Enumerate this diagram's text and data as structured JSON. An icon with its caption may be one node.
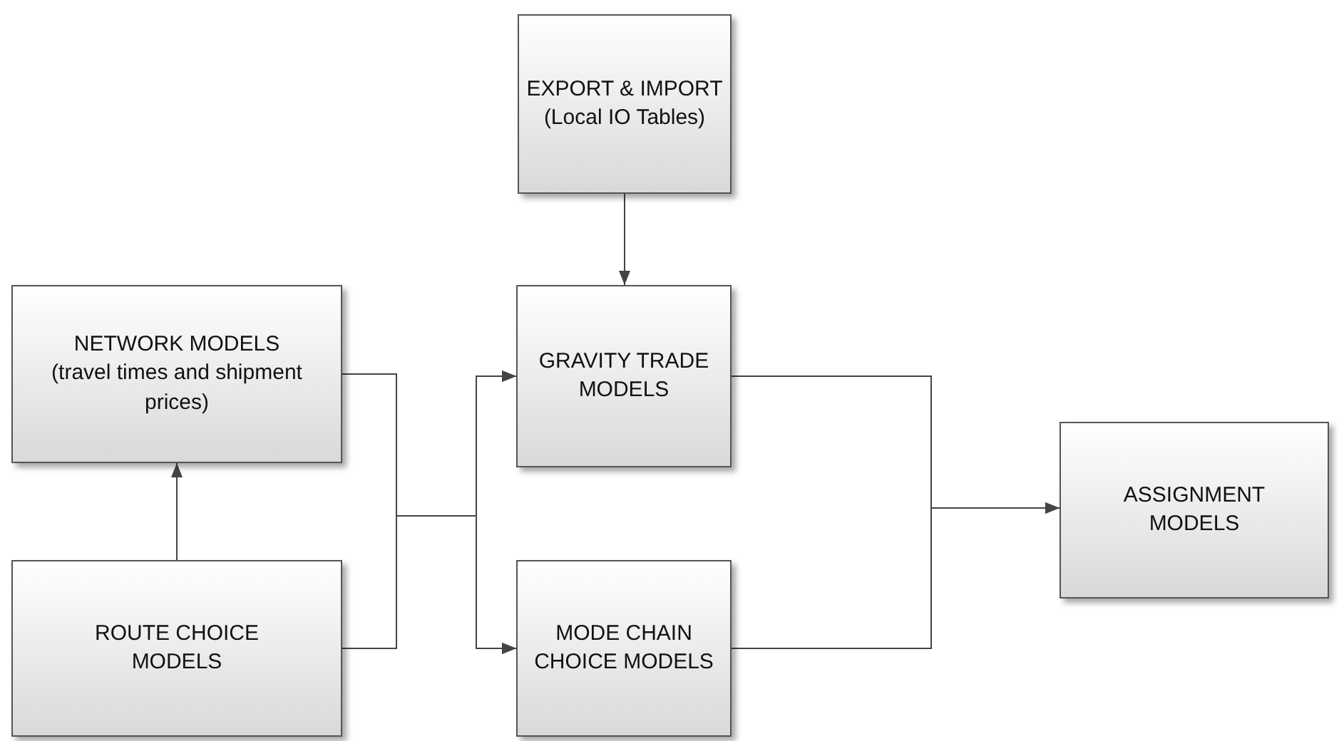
{
  "diagram": {
    "nodes": [
      {
        "text": [
          "EXPORT & IMPORT",
          "(Local IO Tables)"
        ]
      },
      {
        "text": [
          "NETWORK MODELS",
          "(travel times and shipment prices)"
        ]
      },
      {
        "text": [
          "GRAVITY TRADE MODELS"
        ]
      },
      {
        "text": [
          "ASSIGNMENT MODELS"
        ]
      },
      {
        "text": [
          "ROUTE CHOICE MODELS"
        ]
      },
      {
        "text": [
          "MODE CHAIN CHOICE MODELS"
        ]
      }
    ],
    "edges": [
      {
        "from": 0,
        "to": 2,
        "arrow": "to"
      },
      {
        "from": 4,
        "to": 1,
        "arrow": "to"
      },
      {
        "from": 1,
        "to": 2,
        "arrow": "to"
      },
      {
        "from": 1,
        "to": 5,
        "arrow": "to"
      },
      {
        "from": 4,
        "to": 2,
        "arrow": "to"
      },
      {
        "from": 4,
        "to": 5,
        "arrow": "to"
      },
      {
        "from": 2,
        "to": 3,
        "arrow": "to"
      },
      {
        "from": 5,
        "to": 3,
        "arrow": "to"
      }
    ]
  }
}
